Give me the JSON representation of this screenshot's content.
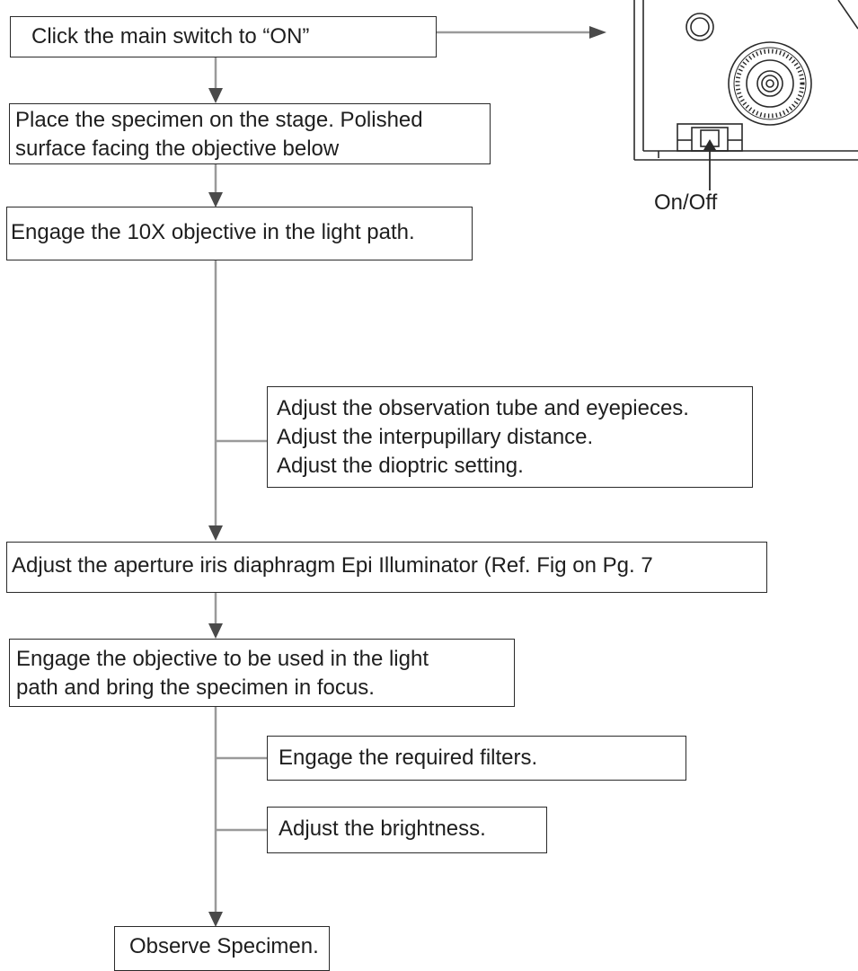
{
  "steps": {
    "main_switch": "Click the main switch to “ON”",
    "place_specimen": [
      "Place the specimen on the stage. Polished",
      "surface facing the objective below"
    ],
    "engage_10x": "Engage the 10X objective in the light path.",
    "adjust_tube": [
      "Adjust the observation tube and eyepieces.",
      "Adjust the interpupillary distance.",
      "Adjust the dioptric setting."
    ],
    "aperture_iris": "Adjust the aperture iris diaphragm Epi Illuminator (Ref. Fig on Pg. 7",
    "engage_objective": [
      "Engage the objective to be used in the light",
      "path and bring the specimen in focus."
    ],
    "filters": "Engage the required filters.",
    "brightness": "Adjust the brightness.",
    "observe": "Observe Specimen."
  },
  "illustration": {
    "switch_label": "On/Off"
  },
  "colors": {
    "box_border": "#2a2a2a",
    "connector_line": "#9a9a9a",
    "arrow_head": "#4a4a4a",
    "text": "#1e1e1e"
  }
}
